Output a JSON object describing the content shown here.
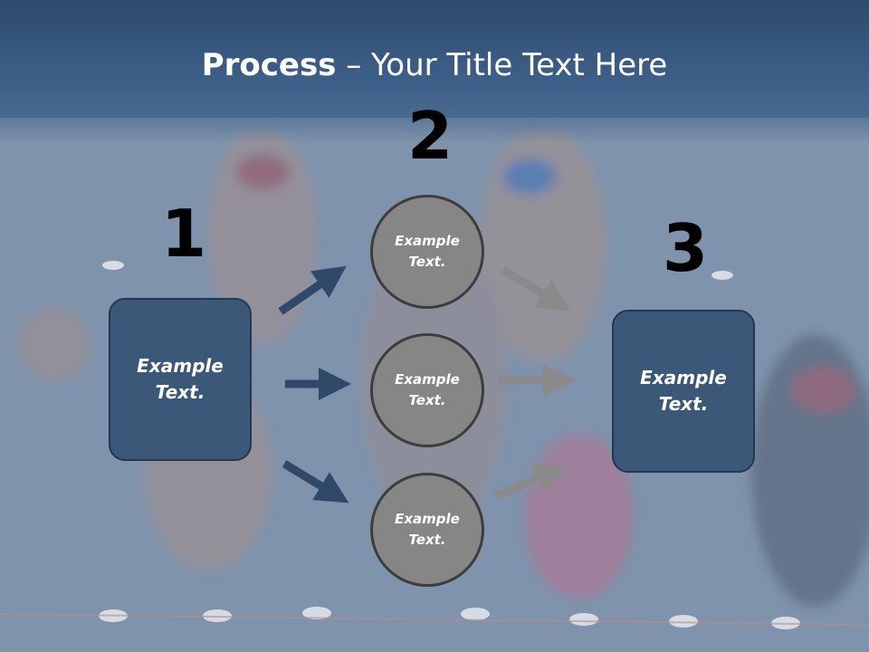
{
  "slide": {
    "title_bold": "Process",
    "title_rest": " – Your Title Text Here"
  },
  "steps": {
    "n1": "1",
    "n2": "2",
    "n3": "3"
  },
  "left_box": {
    "text": "Example\nText."
  },
  "right_box": {
    "text": "Example\nText."
  },
  "circles": [
    {
      "text": "Example\nText."
    },
    {
      "text": "Example\nText."
    },
    {
      "text": "Example\nText."
    }
  ],
  "colors": {
    "header": "#3d6089",
    "box_fill": "#3b5878",
    "circle_fill": "#868686",
    "arrow_blue": "#2f4a68",
    "arrow_gray": "#8a8a8a"
  }
}
